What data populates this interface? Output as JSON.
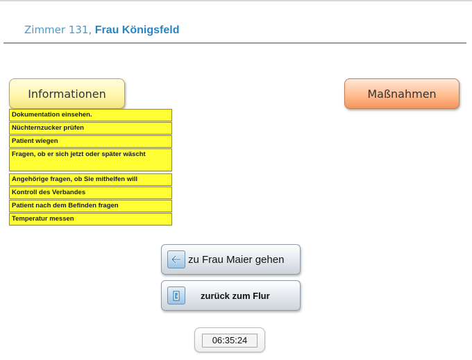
{
  "header": {
    "room": "Zimmer 131,",
    "patient": "Frau Königsfeld"
  },
  "tabs": {
    "info_label": "Informationen",
    "measures_label": "Maßnahmen"
  },
  "info_items": [
    "Dokumentation einsehen.",
    "Nüchternzucker prüfen",
    "Patient wiegen",
    "Fragen, ob er sich jetzt oder später wäscht",
    "Angehörige fragen, ob Sie mithelfen will",
    "Kontroll des Verbandes",
    "Patient nach dem Befinden fragen",
    "Temperatur messen"
  ],
  "nav": {
    "go_maier_label": "zu Frau Maier gehen",
    "go_maier_icon": "arrow-left-icon",
    "back_flur_label": "zurück zum Flur",
    "back_flur_icon": "door-icon"
  },
  "clock": {
    "time": "06:35:24"
  },
  "colors": {
    "title_blue": "#2a86c0",
    "item_yellow": "#ffff33",
    "info_tab": "#fff6a8",
    "measures_tab": "#ffb98a"
  }
}
